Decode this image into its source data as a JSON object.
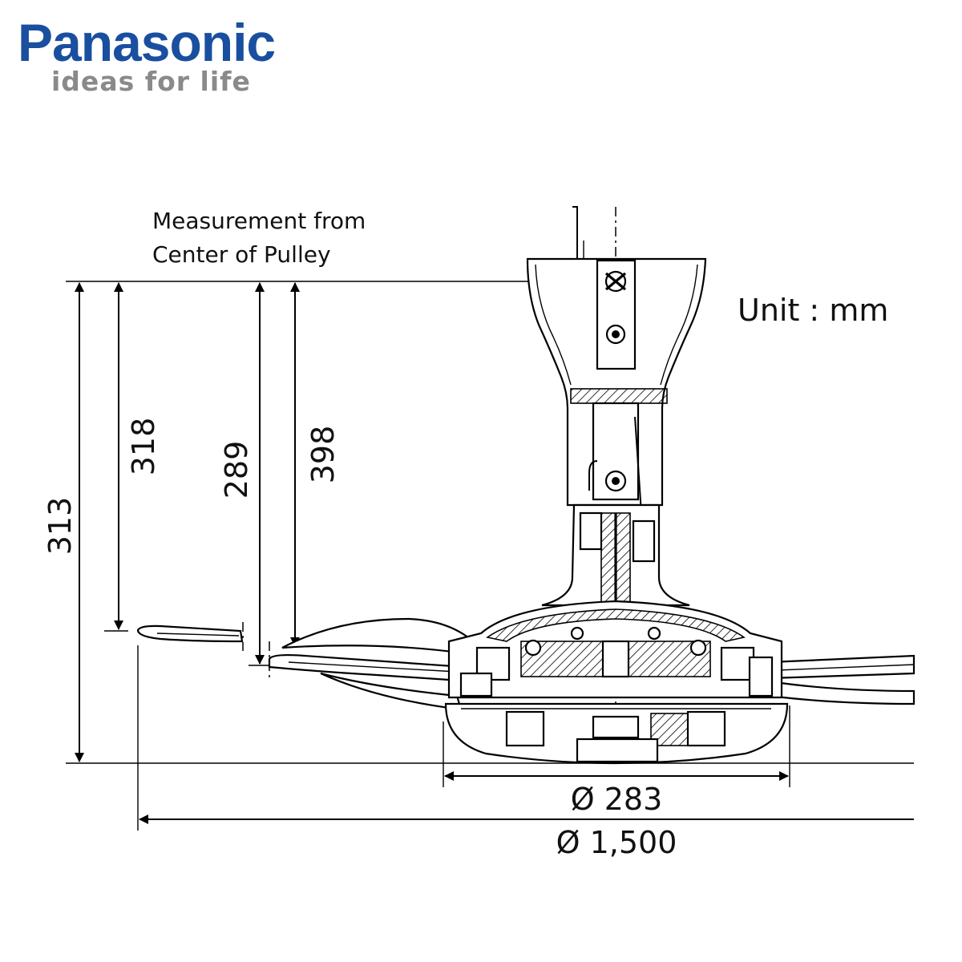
{
  "brand": {
    "name": "Panasonic",
    "tagline": "ideas for life",
    "name_color": "#1a4fa0",
    "tagline_color": "#8a8a8a"
  },
  "note": {
    "line1": "Measurement from",
    "line2": "Center of Pulley"
  },
  "unit_label": "Unit : mm",
  "dimensions": {
    "total_height": "313",
    "pulley_to_blade_tip": "318",
    "pulley_to_blade_root": "289",
    "pulley_to_housing_top": "398",
    "housing_diameter": "Ø 283",
    "sweep_diameter": "Ø 1,500"
  }
}
